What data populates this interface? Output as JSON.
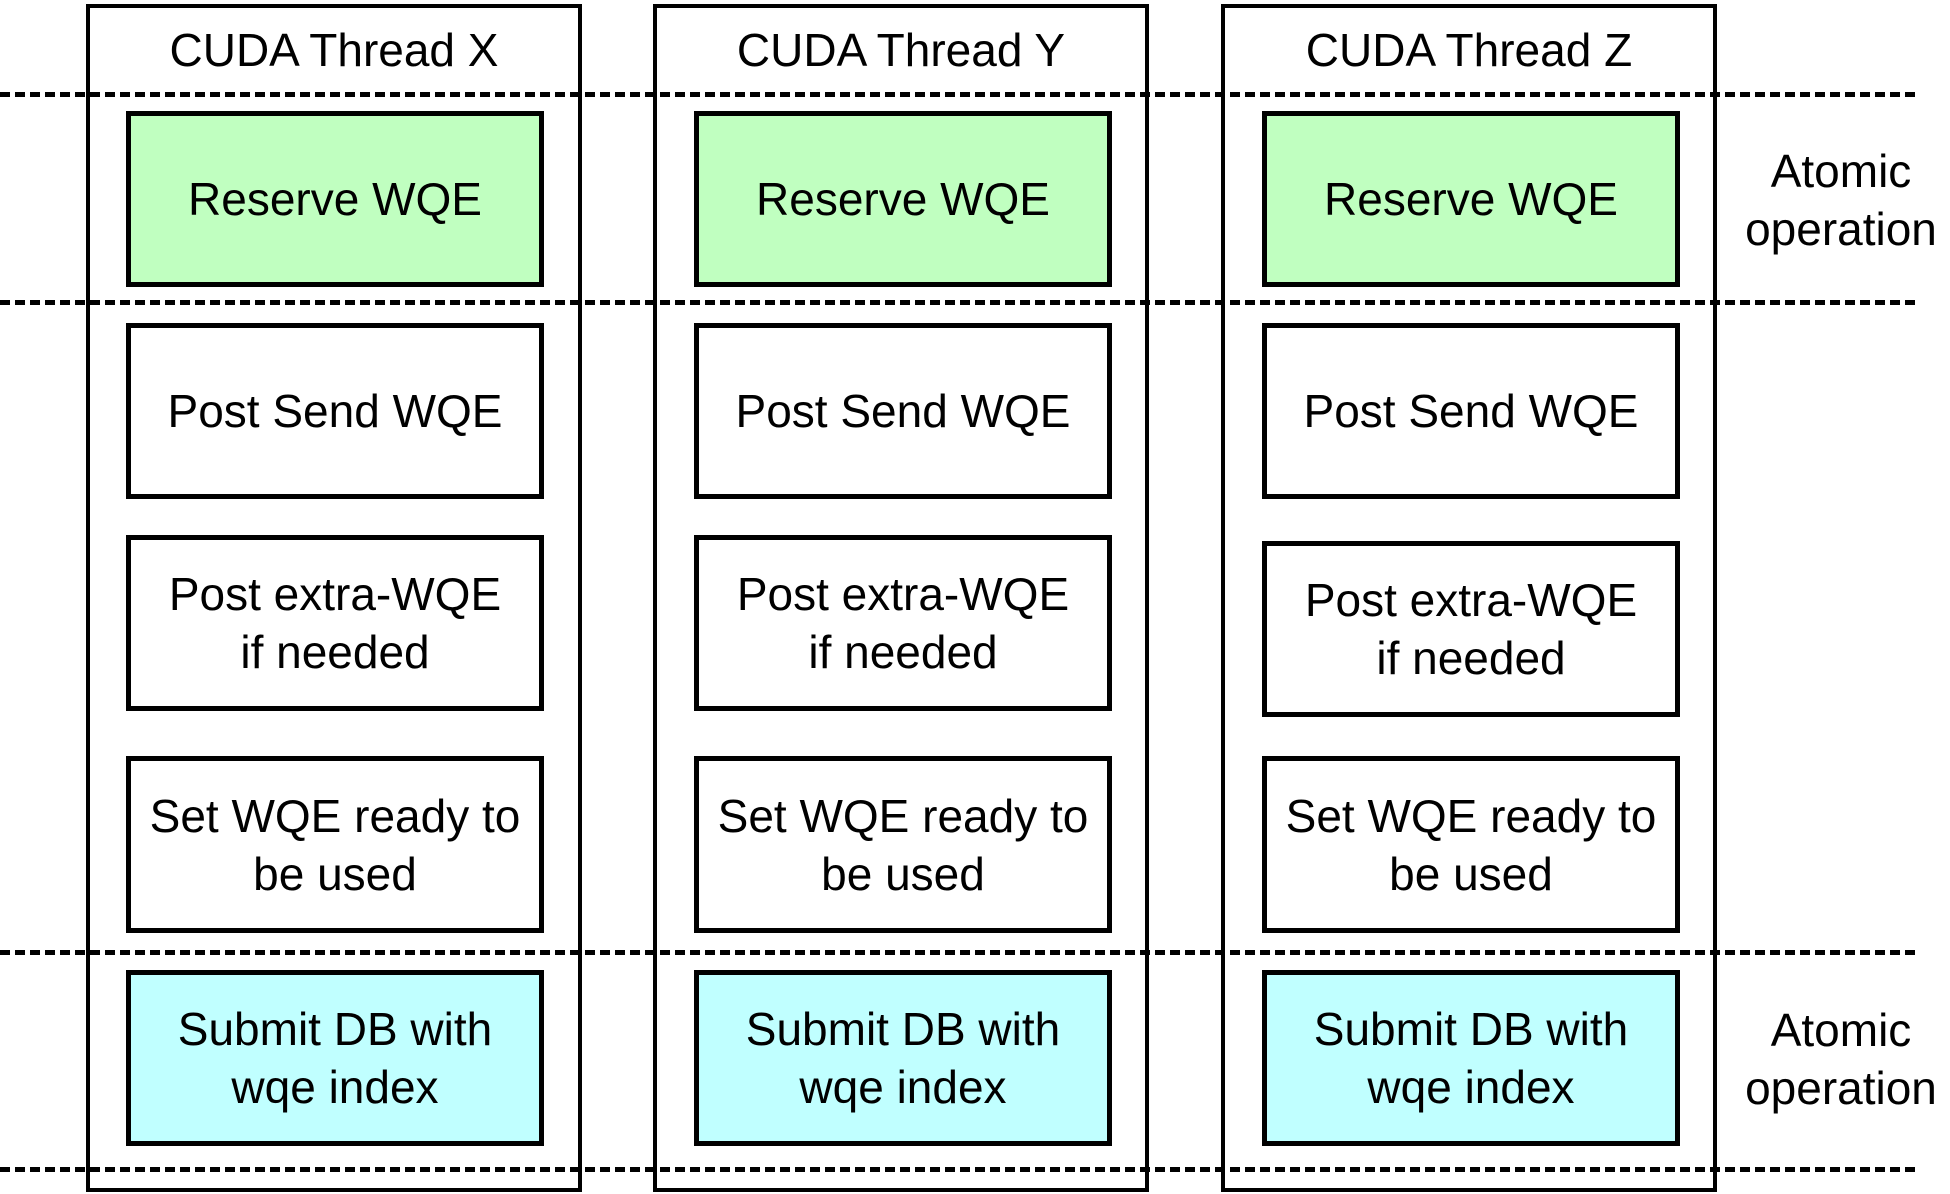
{
  "columns": [
    {
      "title": "CUDA Thread X",
      "steps": [
        {
          "label": "Reserve WQE",
          "kind": "atomic_reserve"
        },
        {
          "label": "Post Send WQE",
          "kind": "plain"
        },
        {
          "label": "Post extra-WQE\nif needed",
          "kind": "plain"
        },
        {
          "label": "Set WQE ready to\nbe used",
          "kind": "plain"
        },
        {
          "label": "Submit DB with\nwqe index",
          "kind": "atomic_submit"
        }
      ]
    },
    {
      "title": "CUDA Thread Y",
      "steps": [
        {
          "label": "Reserve WQE",
          "kind": "atomic_reserve"
        },
        {
          "label": "Post Send WQE",
          "kind": "plain"
        },
        {
          "label": "Post extra-WQE\nif needed",
          "kind": "plain"
        },
        {
          "label": "Set WQE ready to\nbe used",
          "kind": "plain"
        },
        {
          "label": "Submit DB with\nwqe index",
          "kind": "atomic_submit"
        }
      ]
    },
    {
      "title": "CUDA Thread Z",
      "steps": [
        {
          "label": "Reserve WQE",
          "kind": "atomic_reserve"
        },
        {
          "label": "Post Send WQE",
          "kind": "plain"
        },
        {
          "label": "Post extra-WQE\nif needed",
          "kind": "plain"
        },
        {
          "label": "Set WQE ready to\nbe used",
          "kind": "plain"
        },
        {
          "label": "Submit DB with\nwqe index",
          "kind": "atomic_submit"
        }
      ]
    }
  ],
  "side_labels": {
    "top": "Atomic\noperation",
    "bottom": "Atomic\noperation"
  },
  "colors": {
    "atomic_reserve": "#c0ffc0",
    "atomic_submit": "#c0ffff",
    "plain": "#ffffff",
    "stroke": "#000000"
  }
}
